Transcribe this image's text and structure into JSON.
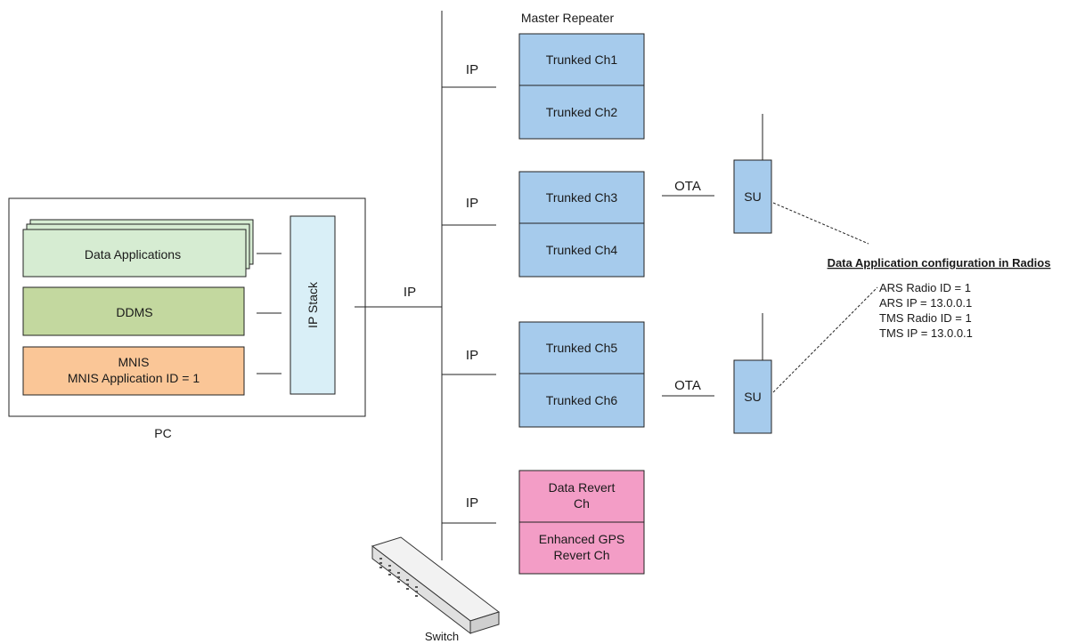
{
  "colors": {
    "channel_blue": "#a6cbec",
    "revert_pink": "#f39dc6",
    "app_green": "#d6ecd2",
    "ddms_green": "#c3d89f",
    "mnis_orange": "#fac697",
    "ipstack_blue": "#d9eff7",
    "line": "#222222"
  },
  "master_repeater": {
    "label": "Master Repeater",
    "channels": [
      "Trunked Ch1",
      "Trunked Ch2",
      "Trunked Ch3",
      "Trunked Ch4",
      "Trunked Ch5",
      "Trunked Ch6"
    ]
  },
  "revert": {
    "data_revert": [
      "Data Revert",
      "Ch"
    ],
    "gps_revert": [
      "Enhanced GPS",
      "Revert Ch"
    ]
  },
  "links": {
    "ip": "IP",
    "ota": "OTA"
  },
  "su": {
    "label": "SU"
  },
  "pc": {
    "label": "PC",
    "data_applications": "Data Applications",
    "ddms": "DDMS",
    "mnis": [
      "MNIS",
      "MNIS Application ID = 1"
    ],
    "ip_stack": "IP Stack"
  },
  "switch": {
    "label": "Switch",
    "icon": "network-switch-icon"
  },
  "radio_config": {
    "title": "Data Application configuration in Radios",
    "lines": [
      "ARS Radio ID = 1",
      "ARS IP = 13.0.0.1",
      "TMS Radio ID = 1",
      "TMS IP = 13.0.0.1"
    ]
  }
}
